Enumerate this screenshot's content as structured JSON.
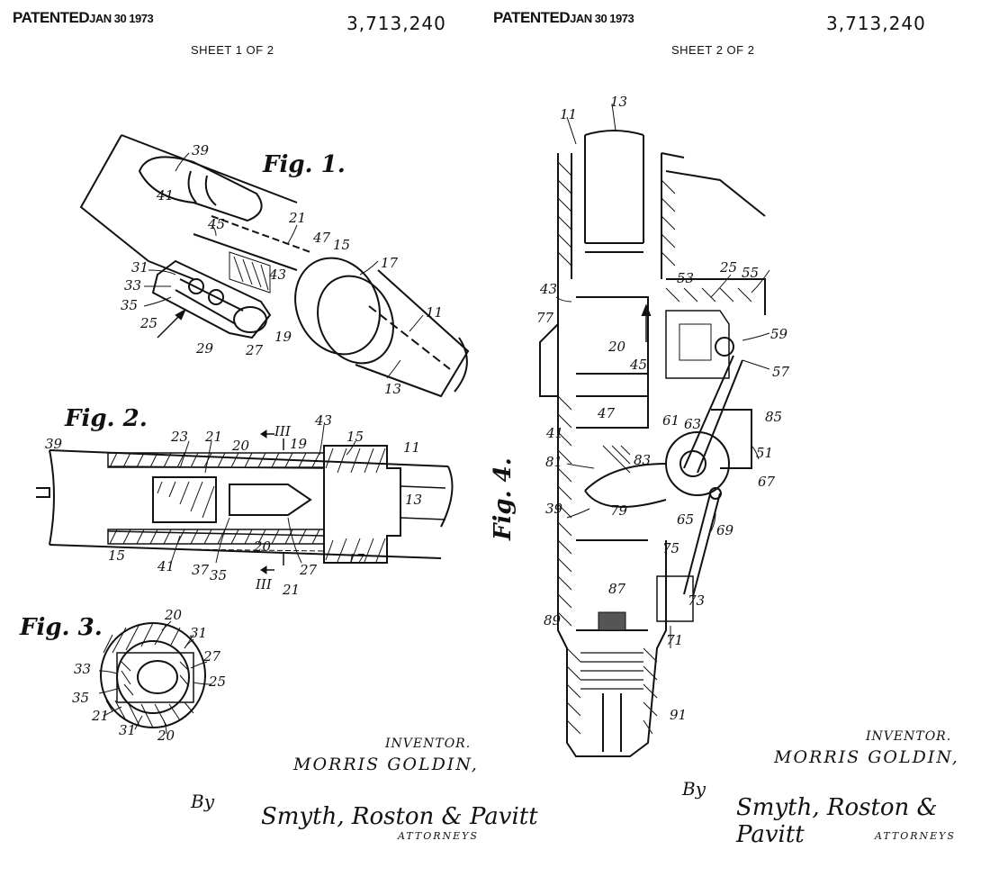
{
  "sheet1": {
    "patented": "PATENTED",
    "date": "JAN 30 1973",
    "patent_number": "3,713,240",
    "sheet": "SHEET 1 OF 2",
    "fig1": "Fig. 1.",
    "fig2": "Fig. 2.",
    "fig3": "Fig. 3.",
    "inventor_label": "INVENTOR.",
    "inventor_name": "MORRIS GOLDIN,",
    "by": "By",
    "signature": "Smyth, Roston & Pavitt",
    "attorneys": "ATTORNEYS"
  },
  "sheet2": {
    "patented": "PATENTED",
    "date": "JAN 30 1973",
    "patent_number": "3,713,240",
    "sheet": "SHEET 2 OF 2",
    "fig4": "Fig. 4.",
    "inventor_label": "INVENTOR.",
    "inventor_name": "MORRIS GOLDIN,",
    "by": "By",
    "signature": "Smyth, Roston & Pavitt",
    "attorneys": "ATTORNEYS"
  },
  "fig1_refs": [
    "39",
    "41",
    "45",
    "21",
    "47",
    "15",
    "17",
    "31",
    "33",
    "35",
    "25",
    "43",
    "19",
    "29",
    "27",
    "11",
    "13"
  ],
  "fig2_refs": [
    "39",
    "23",
    "21",
    "20",
    "III",
    "19",
    "43",
    "15",
    "11",
    "13",
    "15",
    "41",
    "37",
    "35",
    "20",
    "27",
    "III",
    "21",
    "17"
  ],
  "fig3_refs": [
    "20",
    "31",
    "27",
    "33",
    "25",
    "35",
    "21",
    "31",
    "20"
  ],
  "fig4_refs": [
    "11",
    "13",
    "43",
    "77",
    "20",
    "45",
    "47",
    "41",
    "81",
    "83",
    "39",
    "79",
    "87",
    "89",
    "91",
    "53",
    "25",
    "55",
    "59",
    "57",
    "63",
    "61",
    "85",
    "51",
    "67",
    "65",
    "69",
    "75",
    "73",
    "71"
  ]
}
